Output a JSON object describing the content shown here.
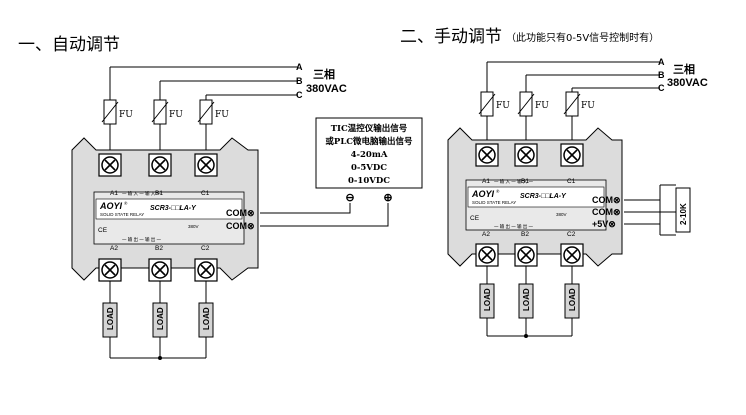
{
  "auto": {
    "title": "一、自动调节",
    "phase_labels": [
      "A",
      "B",
      "C"
    ],
    "supply_line1": "三相",
    "supply_line2": "380VAC",
    "fuse_label": "FU",
    "signal_lines": [
      "TIC温控仪输出信号",
      "或PLC微电脑输出信号",
      "4-20mA",
      "0-5VDC",
      "0-10VDC"
    ],
    "minus_symbol": "⊖",
    "plus_symbol": "⊕",
    "com_label_1": "COM⊗",
    "com_label_2": "COM⊗"
  },
  "manual": {
    "title": "二、手动调节",
    "subtitle": "（此功能只有0-5V信号控制时有）",
    "phase_labels": [
      "A",
      "B",
      "C"
    ],
    "supply_line1": "三相",
    "supply_line2": "380VAC",
    "fuse_label": "FU",
    "com_label_1": "COM⊗",
    "com_label_2": "COM⊗",
    "plus5v_label": "+5V⊗",
    "pot_label": "2-10K"
  },
  "relay": {
    "brand": "AOYI",
    "brand_mark": "®",
    "tagline": "SOLID STATE RELAY",
    "model": "SCR3-□□LA-Y",
    "voltage": "380V",
    "ce_mark": "CE",
    "top_terminals": [
      "A1",
      "B1",
      "C1"
    ],
    "bottom_terminals": [
      "A2",
      "B2",
      "C2"
    ],
    "top_strip": "一 输 入 一 输 入 一",
    "bottom_strip": "一 输 出 一 输 出 一",
    "load_label": "LOAD"
  }
}
